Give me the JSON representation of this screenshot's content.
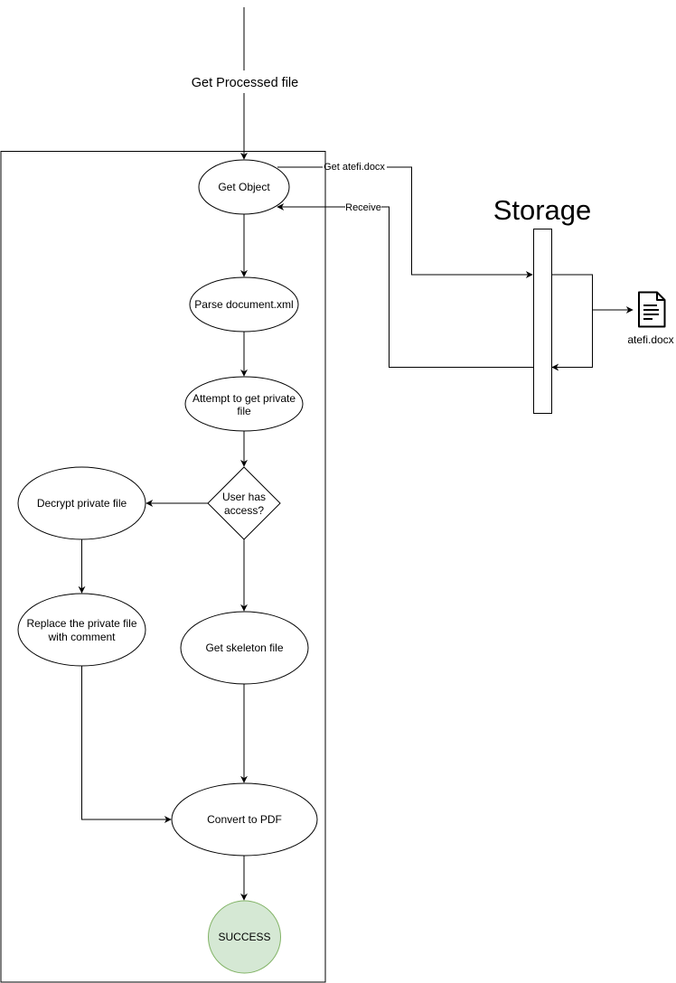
{
  "diagram": {
    "entry_label": "Get Processed file",
    "storage_title": "Storage",
    "nodes": {
      "get_object": {
        "label": [
          "Get Object"
        ],
        "shape": "ellipse"
      },
      "parse_document": {
        "label": [
          "Parse document.xml"
        ],
        "shape": "ellipse"
      },
      "attempt_private": {
        "label": [
          "Attempt to get private",
          "file"
        ],
        "shape": "ellipse"
      },
      "user_access": {
        "label": [
          "User has",
          "access?"
        ],
        "shape": "diamond"
      },
      "decrypt_private": {
        "label": [
          "Decrypt private file"
        ],
        "shape": "ellipse"
      },
      "replace_private": {
        "label": [
          "Replace the private file",
          "with comment"
        ],
        "shape": "ellipse"
      },
      "get_skeleton": {
        "label": [
          "Get skeleton file"
        ],
        "shape": "ellipse"
      },
      "convert_pdf": {
        "label": [
          "Convert to PDF"
        ],
        "shape": "ellipse"
      },
      "success": {
        "label": [
          "SUCCESS"
        ],
        "shape": "circle",
        "fill": "#d5e8d4",
        "stroke": "#82b366"
      }
    },
    "edges": [
      {
        "from": "entry",
        "to": "get_object",
        "label": "Get Processed file"
      },
      {
        "from": "get_object",
        "to": "storage",
        "label": "Get atefi.docx"
      },
      {
        "from": "storage",
        "to": "get_object",
        "label": "Receive"
      },
      {
        "from": "storage",
        "to": "file_doc",
        "label": ""
      },
      {
        "from": "get_object",
        "to": "parse_document",
        "label": ""
      },
      {
        "from": "parse_document",
        "to": "attempt_private",
        "label": ""
      },
      {
        "from": "attempt_private",
        "to": "user_access",
        "label": ""
      },
      {
        "from": "user_access",
        "to": "decrypt_private",
        "label": ""
      },
      {
        "from": "user_access",
        "to": "get_skeleton",
        "label": ""
      },
      {
        "from": "decrypt_private",
        "to": "replace_private",
        "label": ""
      },
      {
        "from": "replace_private",
        "to": "convert_pdf",
        "label": ""
      },
      {
        "from": "get_skeleton",
        "to": "convert_pdf",
        "label": ""
      },
      {
        "from": "convert_pdf",
        "to": "success",
        "label": ""
      }
    ],
    "edge_labels": {
      "get_file": "Get atefi.docx",
      "receive": "Receive"
    },
    "file": {
      "icon": "document-icon",
      "label": "atefi.docx"
    }
  }
}
